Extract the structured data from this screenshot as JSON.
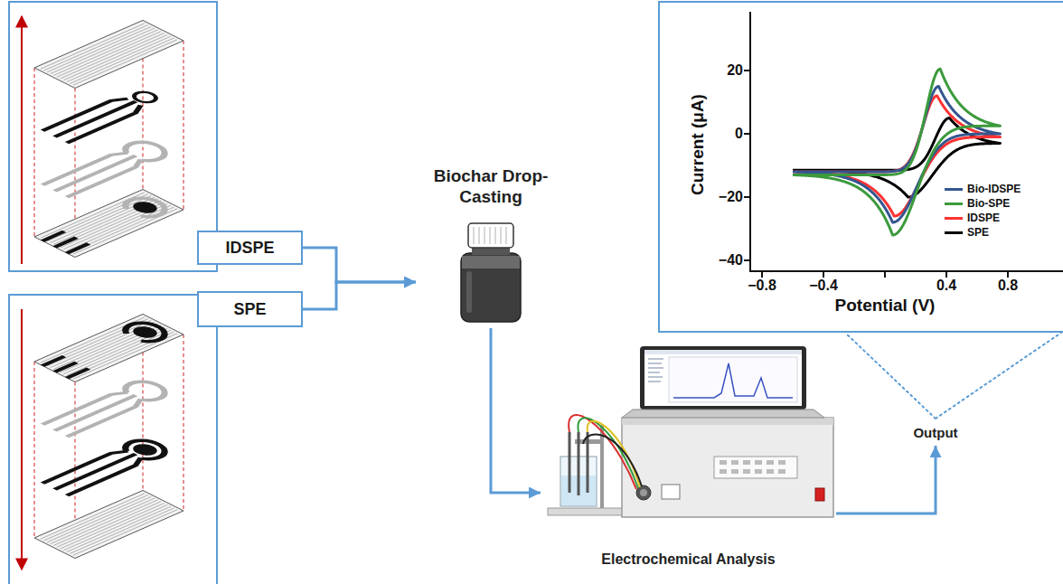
{
  "diagram": {
    "nodes": [
      {
        "text": [
          "IDSPE"
        ]
      },
      {
        "text": [
          "SPE"
        ]
      },
      {
        "text": [
          "Biochar Drop-Casting"
        ]
      },
      {
        "text": [
          "Electrochemical Analysis"
        ]
      },
      {
        "text": [
          "Output"
        ]
      },
      {
        "text": [
          "Current (μA)",
          "Potential (V)"
        ]
      }
    ],
    "edges": [
      {
        "from": 0,
        "to": 2,
        "arrow": "to"
      },
      {
        "from": 1,
        "to": 2,
        "arrow": "to"
      },
      {
        "from": 2,
        "to": 3,
        "arrow": "to"
      },
      {
        "from": 3,
        "to": 4,
        "arrow": "to"
      },
      {
        "from": 4,
        "to": 5,
        "arrow": "none"
      }
    ],
    "labels": [
      "20",
      "0",
      "−20",
      "−40",
      "−0.8",
      "−0.4",
      "0.4",
      "0.8"
    ],
    "legend": [
      {
        "text": "Bio-IDSPE",
        "color": "#34568f"
      },
      {
        "text": "Bio-SPE",
        "color": "#3c9a3c"
      },
      {
        "text": "IDSPE",
        "color": "#ff3333"
      },
      {
        "text": "SPE",
        "color": "#000000"
      }
    ]
  }
}
